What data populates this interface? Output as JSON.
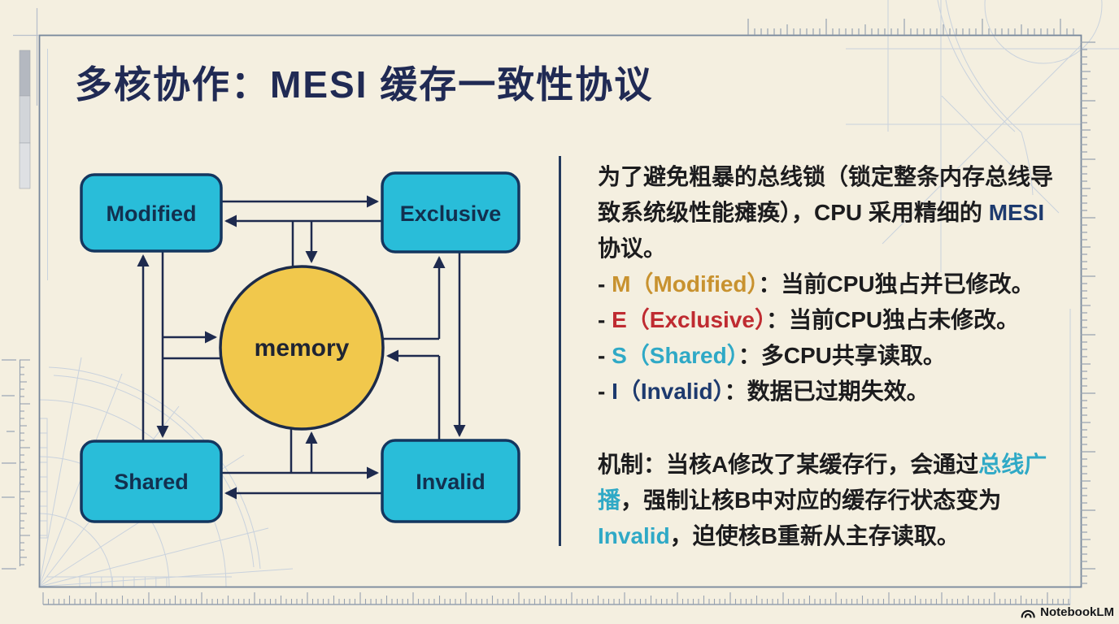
{
  "title": "多核协作：MESI 缓存一致性协议",
  "diagram": {
    "nodes": {
      "modified": {
        "label": "Modified"
      },
      "exclusive": {
        "label": "Exclusive"
      },
      "shared": {
        "label": "Shared"
      },
      "invalid": {
        "label": "Invalid"
      },
      "memory": {
        "label": "memory"
      }
    }
  },
  "panel": {
    "intro_1": "为了避免粗暴的总线锁（锁定整条内存总线导致系统级性能瘫痪），CPU 采用精细的 ",
    "intro_mesi": "MESI",
    "intro_2": " 协议。",
    "bullets": [
      {
        "dash": "- ",
        "key": "M（Modified）",
        "desc": "：当前CPU独占并已修改。"
      },
      {
        "dash": "- ",
        "key": "E（Exclusive）",
        "desc": "：当前CPU独占未修改。"
      },
      {
        "dash": "- ",
        "key": "S（Shared）",
        "desc": "：多CPU共享读取。"
      },
      {
        "dash": "- ",
        "key": "I（Invalid）",
        "desc": "：数据已过期失效。"
      }
    ],
    "mech_1": "机制：当核A修改了某缓存行，会通过",
    "mech_hl1": "总线广播",
    "mech_2": "，强制让核B中对应的缓存行状态变为 ",
    "mech_hl2": "Invalid",
    "mech_3": "，迫使核B重新从主存读取。"
  },
  "footer": {
    "brand": "NotebookLM"
  },
  "colors": {
    "bg": "#f4efe0",
    "title": "#202a54",
    "text": "#1c1c1e",
    "node_fill": "#29bdd9",
    "node_stroke": "#14365f",
    "node-text": "#12304f",
    "memory_fill": "#f1c84c",
    "memory_stroke": "#1c2b4a",
    "arrow": "#1e2a4e",
    "divider": "#233a5e",
    "gold": "#c8922f",
    "red": "#bf2b31",
    "cyan": "#2fa9c6",
    "navy": "#1d3a6e",
    "frame": "#78879c",
    "ruler": "#97a2b0",
    "decor": "#c9d2dd",
    "brand-text": "#16181b"
  }
}
